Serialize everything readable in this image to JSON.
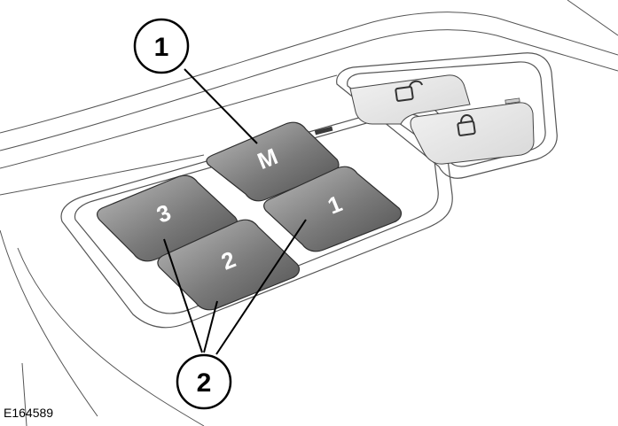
{
  "figure": {
    "code": "E164589",
    "callouts": [
      {
        "label": "1"
      },
      {
        "label": "2"
      }
    ],
    "buttons": {
      "memory": "M",
      "preset_1": "1",
      "preset_2": "2",
      "preset_3": "3"
    },
    "lock_buttons": {
      "unlock_icon": "unlock-icon",
      "lock_icon": "lock-icon"
    },
    "colors": {
      "button_dark": "#5e5e5e",
      "button_light": "#b9b9b9",
      "lock_button": "#e6e6e6",
      "line": "#4a4a4a"
    }
  }
}
